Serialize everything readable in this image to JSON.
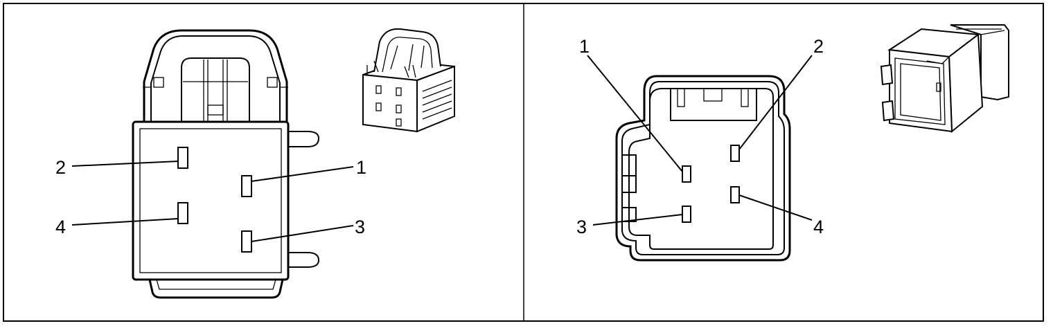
{
  "diagram": {
    "left_view": {
      "pins": [
        {
          "label": "1"
        },
        {
          "label": "2"
        },
        {
          "label": "3"
        },
        {
          "label": "4"
        }
      ]
    },
    "right_view": {
      "pins": [
        {
          "label": "1"
        },
        {
          "label": "2"
        },
        {
          "label": "3"
        },
        {
          "label": "4"
        }
      ]
    }
  },
  "colors": {
    "line": "#000000",
    "background": "#ffffff"
  }
}
